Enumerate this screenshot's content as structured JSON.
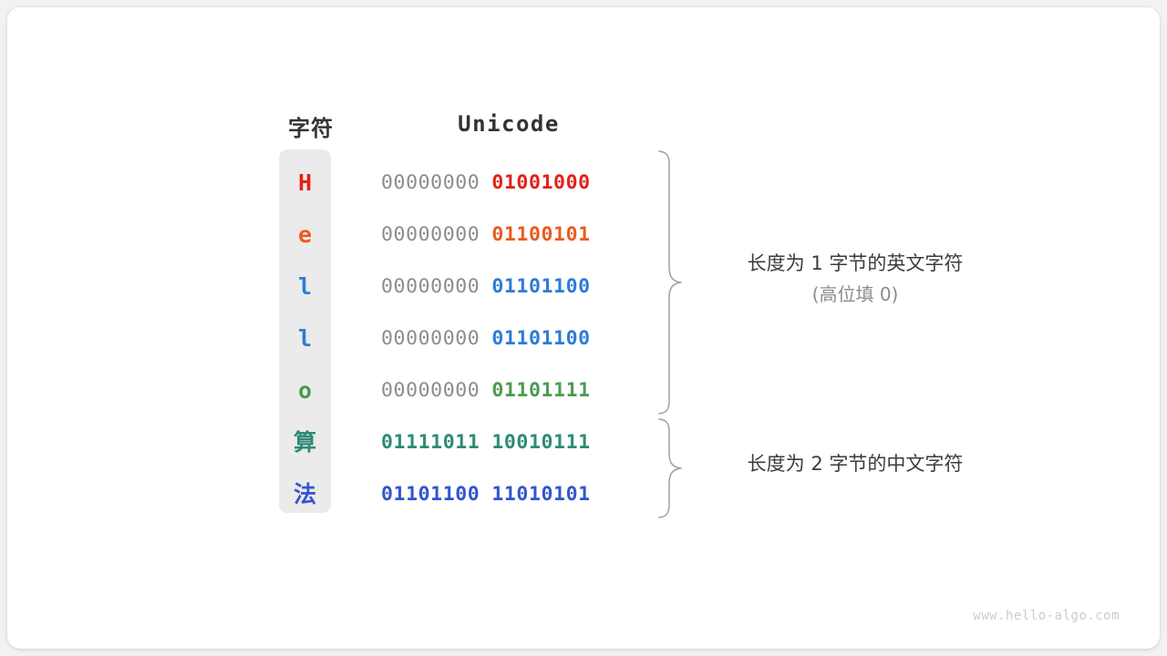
{
  "figure": {
    "headers": {
      "character": "字符",
      "unicode": "Unicode"
    },
    "rows": [
      {
        "char": "H",
        "color": "#E32119",
        "high_byte": "00000000",
        "low_byte": "01001000",
        "cjk": false,
        "high_emphasized": false
      },
      {
        "char": "e",
        "color": "#EC5B1F",
        "high_byte": "00000000",
        "low_byte": "01100101",
        "cjk": false,
        "high_emphasized": false
      },
      {
        "char": "l",
        "color": "#2E7CD6",
        "high_byte": "00000000",
        "low_byte": "01101100",
        "cjk": false,
        "high_emphasized": false
      },
      {
        "char": "l",
        "color": "#2E7CD6",
        "high_byte": "00000000",
        "low_byte": "01101100",
        "cjk": false,
        "high_emphasized": false
      },
      {
        "char": "o",
        "color": "#4E9A51",
        "high_byte": "00000000",
        "low_byte": "01101111",
        "cjk": false,
        "high_emphasized": false
      },
      {
        "char": "算",
        "color": "#2E8B74",
        "high_byte": "01111011",
        "low_byte": "10010111",
        "cjk": true,
        "high_emphasized": true
      },
      {
        "char": "法",
        "color": "#3355CC",
        "high_byte": "01101100",
        "low_byte": "11010101",
        "cjk": true,
        "high_emphasized": true
      }
    ],
    "annotations": [
      {
        "line1": "长度为 1 字节的英文字符",
        "line2": "(高位填 0)"
      },
      {
        "line1": "长度为 2 字节的中文字符",
        "line2": ""
      }
    ],
    "watermark": "www.hello-algo.com",
    "colors": {
      "column_background": "#ebebeb",
      "high_byte_gray": "#8c8c8c",
      "brace_stroke": "#9a9a9a",
      "card_background": "#ffffff",
      "page_background": "#f2f2f2"
    }
  }
}
